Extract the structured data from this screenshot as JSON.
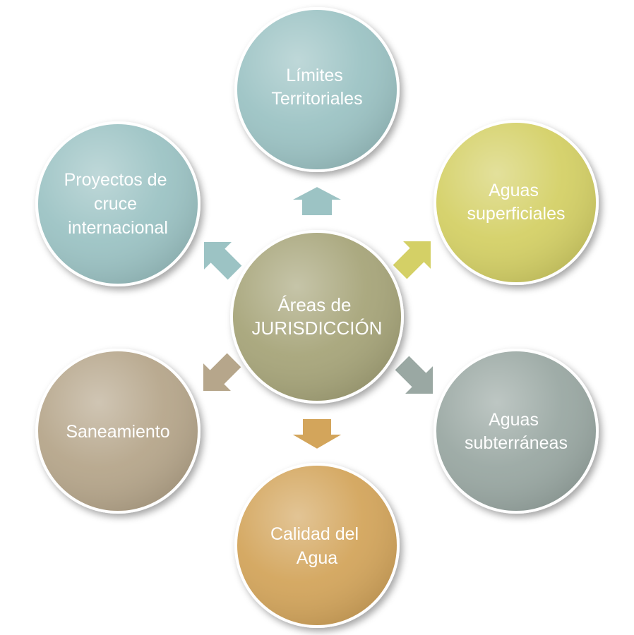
{
  "center": {
    "lines": [
      "Áreas de",
      "JURISDICCIÓN"
    ],
    "color": "#a7a57a"
  },
  "nodes": [
    {
      "id": "limites",
      "lines": [
        "Límites",
        "Territoriales"
      ],
      "color": "#9cc3c4"
    },
    {
      "id": "superficiales",
      "lines": [
        "Aguas",
        "superficiales"
      ],
      "color": "#d4d066"
    },
    {
      "id": "subterraneas",
      "lines": [
        "Aguas",
        "subterráneas"
      ],
      "color": "#9aa8a3"
    },
    {
      "id": "calidad",
      "lines": [
        "Calidad del",
        "Agua"
      ],
      "color": "#d3a55b"
    },
    {
      "id": "saneamiento",
      "lines": [
        "Saneamiento"
      ],
      "color": "#b6a68b"
    },
    {
      "id": "proyectos",
      "lines": [
        "Proyectos de",
        "cruce",
        "internacional"
      ],
      "color": "#9cc3c4"
    }
  ]
}
